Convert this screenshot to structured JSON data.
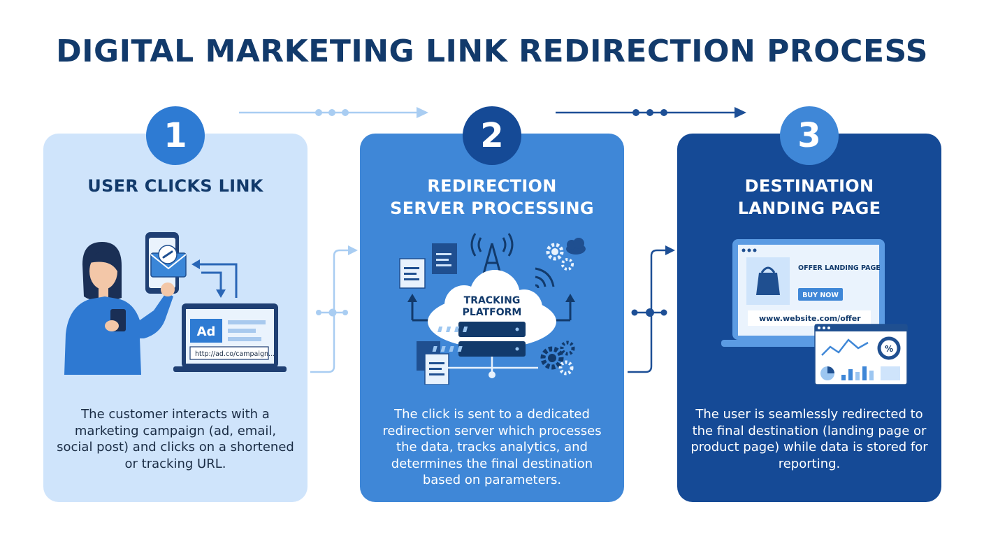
{
  "title": "DIGITAL MARKETING LINK REDIRECTION PROCESS",
  "steps": [
    {
      "number": "1",
      "heading_lines": [
        "USER CLICKS LINK"
      ],
      "description": "The customer interacts with a marketing campaign (ad, email, social post) and clicks on a shortened or tracking URL.",
      "illustration": {
        "ad_label": "Ad",
        "url_text": "http://ad.co/campaign..."
      }
    },
    {
      "number": "2",
      "heading_lines": [
        "REDIRECTION",
        "SERVER PROCESSING"
      ],
      "description": "The click is sent to a dedicated redirection server which processes the data, tracks analytics, and determines the final destination based on parameters.",
      "illustration": {
        "cloud_label_line1": "TRACKING",
        "cloud_label_line2": "PLATFORM"
      }
    },
    {
      "number": "3",
      "heading_lines": [
        "DESTINATION",
        "LANDING PAGE"
      ],
      "description": "The user is seamlessly redirected to the final destination (landing page or product page) while data is stored for reporting.",
      "illustration": {
        "page_title": "OFFER LANDING PAGE",
        "button_label": "BUY NOW",
        "url_text": "www.website.com/offer",
        "percent_label": "%"
      }
    }
  ],
  "colors": {
    "title": "#123a6b",
    "card1": "#cfe4fb",
    "card2": "#3f87d7",
    "card3": "#154a96",
    "accent": "#2e7bd3"
  }
}
